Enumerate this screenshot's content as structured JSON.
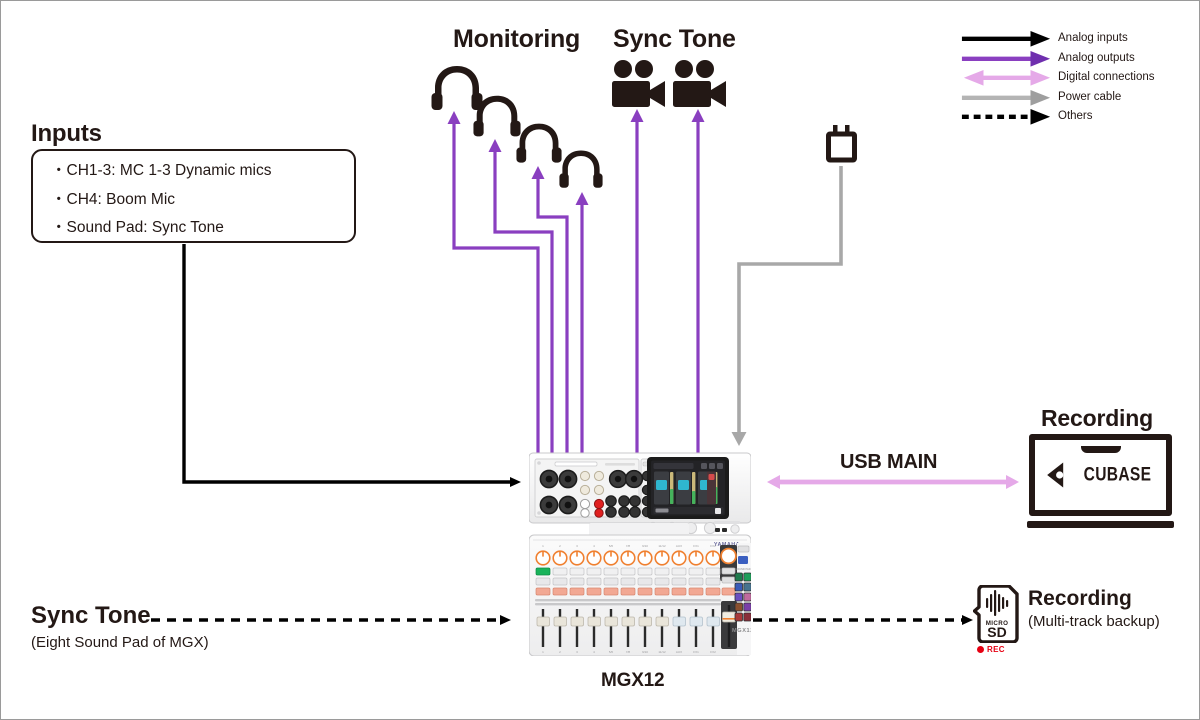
{
  "diagram": {
    "title_monitoring": "Monitoring",
    "title_sync_tone_top": "Sync Tone",
    "device_label": "MGX12",
    "usb_label": "USB MAIN"
  },
  "inputs": {
    "heading": "Inputs",
    "items": [
      "・CH1-3: MC 1-3 Dynamic mics",
      "・CH4: Boom Mic",
      "・Sound Pad: Sync Tone"
    ]
  },
  "sync_tone_source": {
    "heading": "Sync Tone",
    "subtitle": "(Eight Sound Pad of MGX)"
  },
  "recording_pc": {
    "heading": "Recording",
    "app_name": "CUBASE"
  },
  "recording_sd": {
    "heading": "Recording",
    "subtitle": "(Multi-track backup)",
    "card_line1": "MICRO",
    "card_line2": "SD",
    "rec_label": "REC"
  },
  "legend": {
    "items": [
      {
        "label": "Analog inputs",
        "icon": "solid-arrow-right-icon",
        "color": "#000000"
      },
      {
        "label": "Analog outputs",
        "icon": "solid-arrow-right-icon",
        "color": "#8a3fc0"
      },
      {
        "label": "Digital connections",
        "icon": "double-arrow-icon",
        "color": "#e5a9e8"
      },
      {
        "label": "Power cable",
        "icon": "solid-arrow-right-icon",
        "color": "#a8a8a8"
      },
      {
        "label": "Others",
        "icon": "dashed-arrow-right-icon",
        "color": "#000000"
      }
    ]
  },
  "icons": {
    "headphones": [
      "headphone-icon-1",
      "headphone-icon-2",
      "headphone-icon-3",
      "headphone-icon-4"
    ],
    "cameras": [
      "video-camera-icon-1",
      "video-camera-icon-2"
    ],
    "power": "power-plug-icon"
  },
  "colors": {
    "analog_input": "#000000",
    "analog_output": "#8a3fc0",
    "digital": "#e5a9e8",
    "power": "#a8a8a8",
    "ink": "#231815",
    "rec_red": "#e60012",
    "knob_orange": "#f08030",
    "pad_green": "#19b35a"
  }
}
